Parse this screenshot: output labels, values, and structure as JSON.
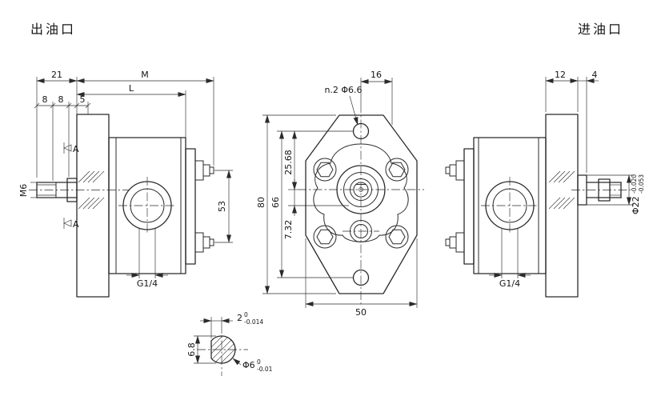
{
  "title_labels": {
    "outlet": "出油口",
    "inlet": "进油口"
  },
  "left_view": {
    "dim_21": "21",
    "dim_M": "M",
    "dim_L": "L",
    "dim_8a": "8",
    "dim_8b": "8",
    "dim_5": "5",
    "shaft_thread": "M6",
    "dim_53": "53",
    "port_label": "G1/4",
    "section_a_top": "A",
    "section_a_bottom": "A"
  },
  "front_view": {
    "dim_16": "16",
    "holes_note": "n.2 Φ6.6",
    "dim_80": "80",
    "dim_66": "66",
    "dim_25_68": "25.68",
    "dim_7_32": "7.32",
    "dim_50": "50"
  },
  "right_view": {
    "dim_12": "12",
    "dim_4": "4",
    "shaft_dia": "Φ22",
    "shaft_dia_tol_upper": "-0.020",
    "shaft_dia_tol_lower": "-0.053",
    "port_label": "G1/4"
  },
  "shaft_detail": {
    "flat_dim": "2",
    "flat_tol_upper": "0",
    "flat_tol_lower": "-0.014",
    "height_dim": "6.8",
    "dia": "Φ6",
    "dia_tol_upper": "0",
    "dia_tol_lower": "-0.01"
  }
}
